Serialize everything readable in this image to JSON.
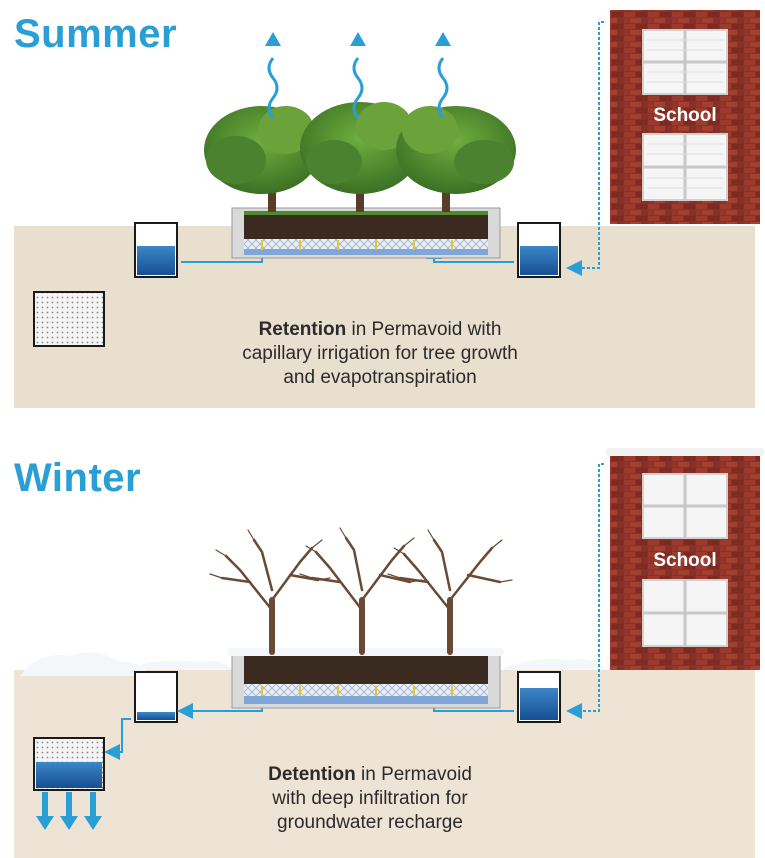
{
  "summer": {
    "title": "Summer",
    "school_label": "School",
    "caption_bold": "Retention",
    "caption_line1_rest": " in Permavoid with",
    "caption_line2": "capillary irrigation for tree growth",
    "caption_line3": "and evapotranspiration"
  },
  "winter": {
    "title": "Winter",
    "school_label": "School",
    "caption_bold": "Detention",
    "caption_line1_rest": " in Permavoid",
    "caption_line2": "with deep infiltration for",
    "caption_line3": "groundwater recharge"
  },
  "colors": {
    "accent_blue": "#2a9fd6",
    "water_blue": "#1f5fa8",
    "brick": "#8a2f26",
    "soil": "#3a2a20",
    "sand": "#ede4d6",
    "tree_green": "#4f8a2e",
    "bare_tree": "#6b4a35"
  }
}
